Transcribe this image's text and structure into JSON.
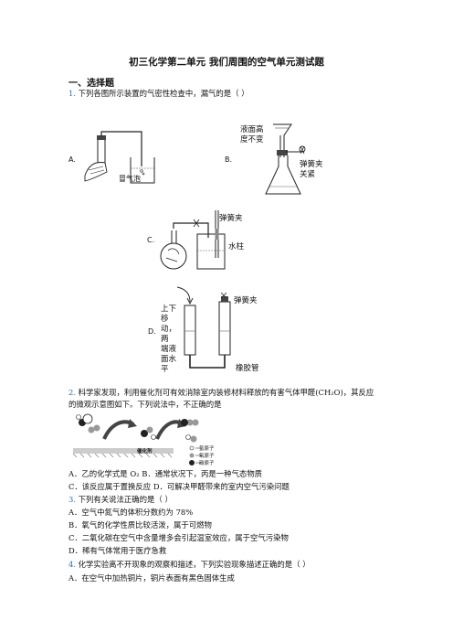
{
  "title": "初三化学第二单元  我们周围的空气单元测试题",
  "section": "一、选择题",
  "q1": {
    "number": "1.",
    "stem": "下列各图所示装置的气密性检查中，漏气的是（      ）",
    "options": {
      "a": "A.",
      "b": "B.",
      "c": "C.",
      "d": "D."
    },
    "fig_a": {
      "bubbles": "冒气泡"
    },
    "fig_b": {
      "note_line1": "液面高",
      "note_line2": "度不变",
      "clip_line1": "弹簧夹",
      "clip_line2": "关紧"
    },
    "fig_c": {
      "clip": "弹簧夹",
      "water": "水柱"
    },
    "fig_d": {
      "move_lines": [
        "上下",
        "移动，",
        "两",
        "端液",
        "面水",
        "平"
      ],
      "clip": "弹簧夹",
      "tube": "橡胶管"
    }
  },
  "q2": {
    "number": "2.",
    "stem_line1": "科学家发现，利用催化剂可有效消除室内装修材料释放的有害气体甲醛(CH₂O)，其反应",
    "stem_line2": "的微观示意图如下。下列说法中，不正确的是",
    "legend": {
      "h": "氢原子",
      "o": "氧原子",
      "c": "碳原子"
    },
    "surface": "催化剂",
    "options_line1": "A．乙的化学式是 O₂    B．通常状况下，丙是一种气态物质",
    "options_line2": "C．该反应属于置换反应    D．可解决甲醛带来的室内空气污染问题"
  },
  "q3": {
    "number": "3.",
    "stem": "下列有关说法正确的是（ ）",
    "options": [
      "A．空气中氮气的体积分数约为 78%",
      "B．氧气的化学性质比较活泼，属于可燃物",
      "C．二氧化碳在空气中含量增多会引起温室效应，属于空气污染物",
      "D．稀有气体常用于医疗急救"
    ]
  },
  "q4": {
    "number": "4.",
    "stem": "化学实验离不开现象的观察和描述，下列实验现象描述正确的是（      ）",
    "option_a": "A．在空气中加热铜片，铜片表面有黑色固体生成"
  }
}
